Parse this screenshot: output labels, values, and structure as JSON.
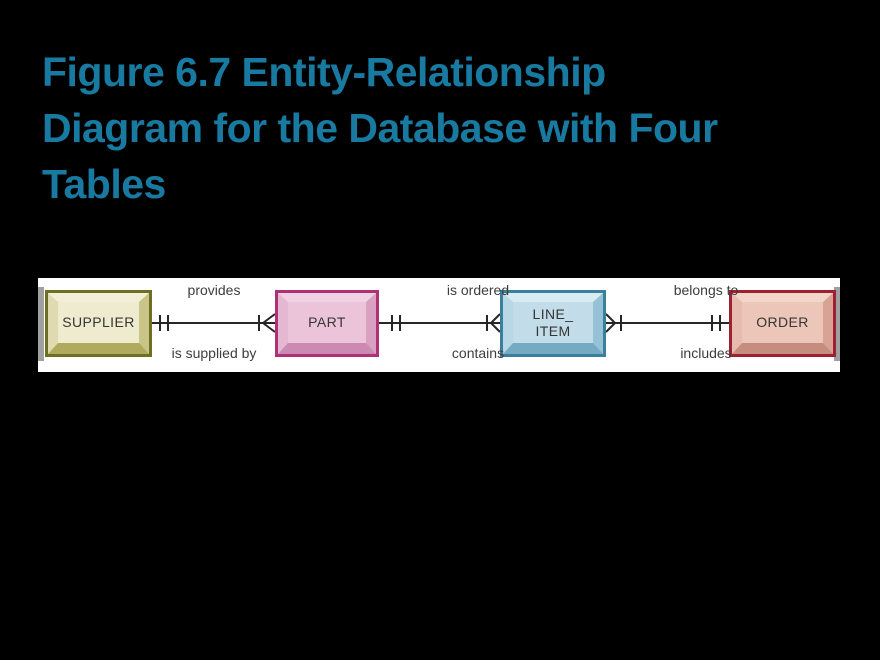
{
  "title": {
    "lines": [
      "Figure 6.7 Entity-Relationship",
      "Diagram for the Database with Four",
      "Tables"
    ],
    "color": "#187aa1"
  },
  "diagram": {
    "background": "#ffffff",
    "line_color": "#262626",
    "entities": [
      {
        "id": "supplier",
        "label": "SUPPLIER",
        "border_color": "#6f6f23",
        "face_color": "#eeebcf"
      },
      {
        "id": "part",
        "label": "PART",
        "border_color": "#b03078",
        "face_color": "#ecc4da"
      },
      {
        "id": "line_item",
        "label": "LINE_\nITEM",
        "border_color": "#39809f",
        "face_color": "#c2dcea"
      },
      {
        "id": "order",
        "label": "ORDER",
        "border_color": "#9e2033",
        "face_color": "#ecc6b8"
      }
    ],
    "relationships": [
      {
        "from": "SUPPLIER",
        "to": "PART",
        "label_top": "provides",
        "label_bottom": "is supplied by",
        "cardinality": "one-to-many"
      },
      {
        "from": "PART",
        "to": "LINE_ITEM",
        "label_top": "is ordered",
        "label_bottom": "contains",
        "cardinality": "one-to-many"
      },
      {
        "from": "ORDER",
        "to": "LINE_ITEM",
        "label_top": "belongs to",
        "label_bottom": "includes",
        "cardinality": "one-to-many"
      }
    ]
  }
}
